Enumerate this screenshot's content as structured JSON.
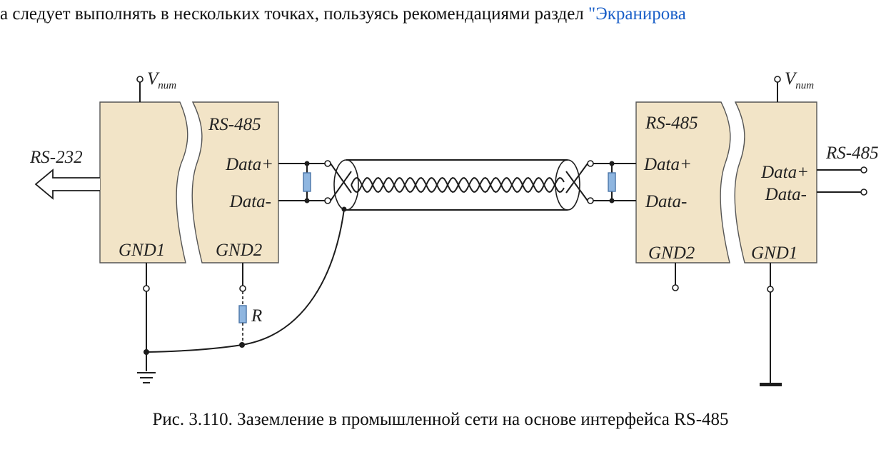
{
  "top_text": {
    "prefix": "а следует выполнять в нескольких точках, пользуясь рекомендациями раздел ",
    "link": "\"Экранирова"
  },
  "colors": {
    "block_fill": "#f2e4c7",
    "block_stroke": "#555555",
    "resistor_fill": "#8fb6e0",
    "resistor_stroke": "#4a74a8",
    "link": "#1a5fc8"
  },
  "diagram": {
    "left_node": {
      "vnum_v": "V",
      "vnum_sub": "num",
      "rs232": "RS-232",
      "rs485": "RS-485",
      "data_plus": "Data+",
      "data_minus": "Data-",
      "gnd1": "GND1",
      "gnd2": "GND2",
      "resistor_label": "R"
    },
    "right_node": {
      "vnum_v": "V",
      "vnum_sub": "num",
      "rs485": "RS-485",
      "rs485_out": "RS-485",
      "data_plus": "Data+",
      "data_minus": "Data-",
      "data_plus_out": "Data+",
      "data_minus_out": "Data-",
      "gnd2": "GND2",
      "gnd1": "GND1"
    }
  },
  "caption": "Рис. 3.110. Заземление в промышленной сети на основе интерфейса RS-485"
}
